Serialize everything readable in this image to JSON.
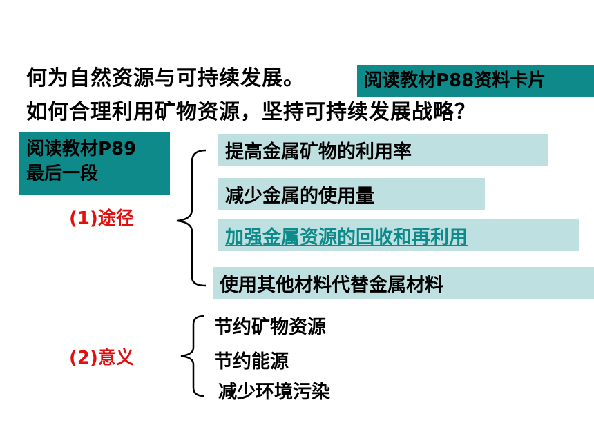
{
  "title": {
    "line1": "何为自然资源与可持续发展。",
    "line2": "如何合理利用矿物资源，坚持可持续发展战略？"
  },
  "reading_box_top": "阅读教材P88资料卡片",
  "reading_box_left": {
    "line1": "阅读教材P89",
    "line2": "最后一段"
  },
  "section1": {
    "label": "(1)途径",
    "items": [
      "提高金属矿物的利用率",
      "减少金属的使用量",
      "加强金属资源的回收和再利用",
      "使用其他材料代替金属材料"
    ]
  },
  "section2": {
    "label": "(2)意义",
    "items": [
      "节约矿物资源",
      "节约能源",
      "减少环境污染"
    ]
  },
  "colors": {
    "teal": "#0e8a8a",
    "light_teal": "#bfe0e0",
    "red": "#e01010"
  }
}
